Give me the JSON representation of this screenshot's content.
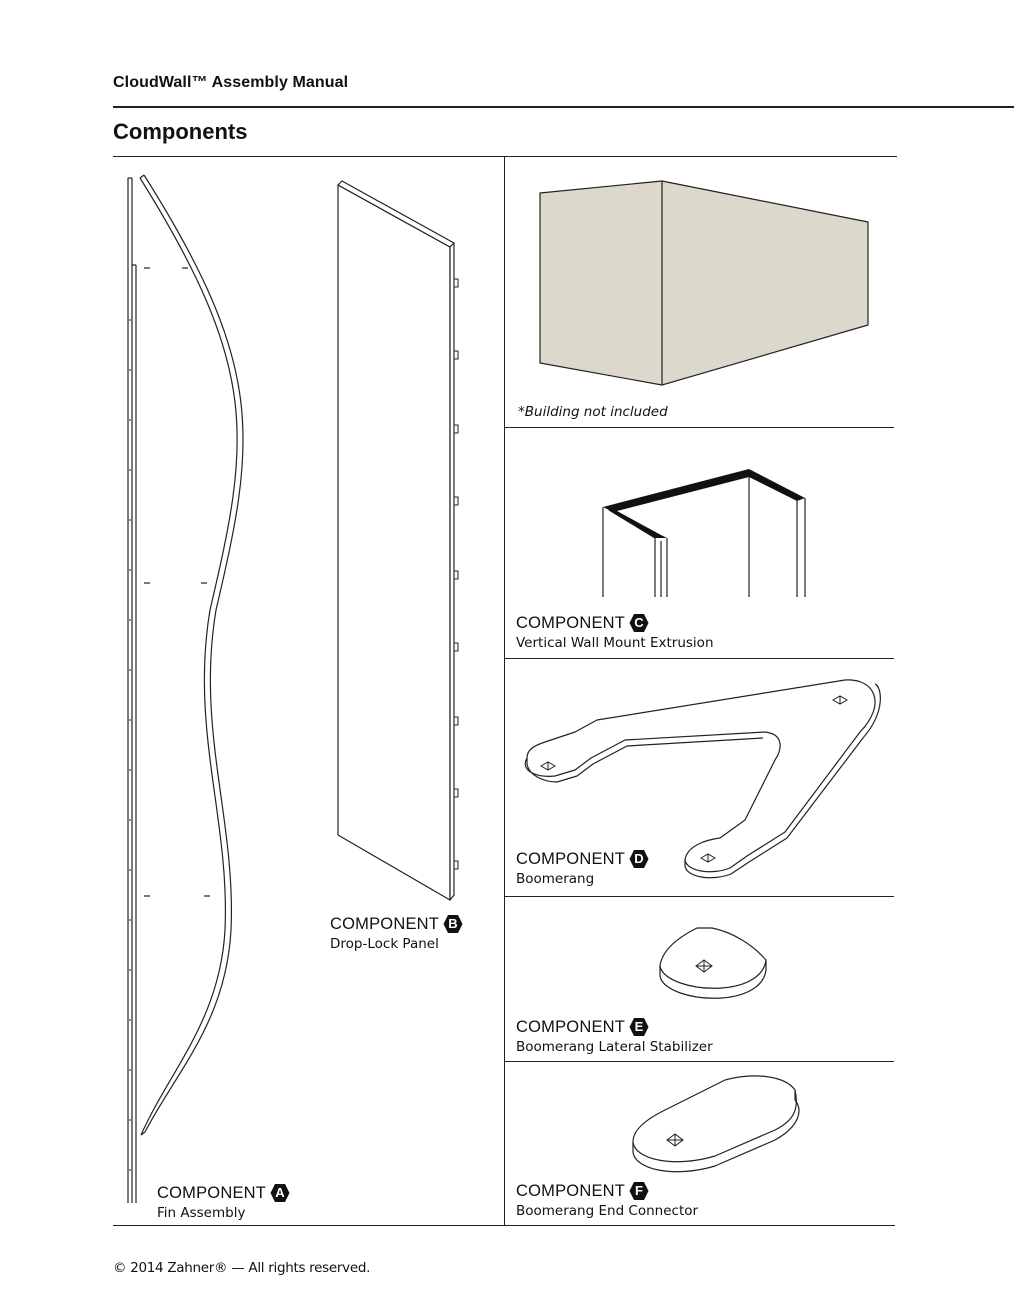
{
  "header": {
    "doc_title": "CloudWall™ Assembly Manual",
    "section_title": "Components"
  },
  "components": [
    {
      "prefix": "COMPONENT",
      "letter": "A",
      "name": "Fin Assembly"
    },
    {
      "prefix": "COMPONENT",
      "letter": "B",
      "name": "Drop-Lock Panel"
    },
    {
      "prefix": "COMPONENT",
      "letter": "C",
      "name": "Vertical Wall Mount Extrusion"
    },
    {
      "prefix": "COMPONENT",
      "letter": "D",
      "name": "Boomerang"
    },
    {
      "prefix": "COMPONENT",
      "letter": "E",
      "name": "Boomerang Lateral Stabilizer"
    },
    {
      "prefix": "COMPONENT",
      "letter": "F",
      "name": "Boomerang End Connector"
    }
  ],
  "building_note": "*Building not included",
  "footer": {
    "copyright": "© 2014 Zahner® — All rights reserved."
  },
  "colors": {
    "building_fill": "#dcd9cc",
    "ink": "#222222",
    "badge": "#111111"
  }
}
